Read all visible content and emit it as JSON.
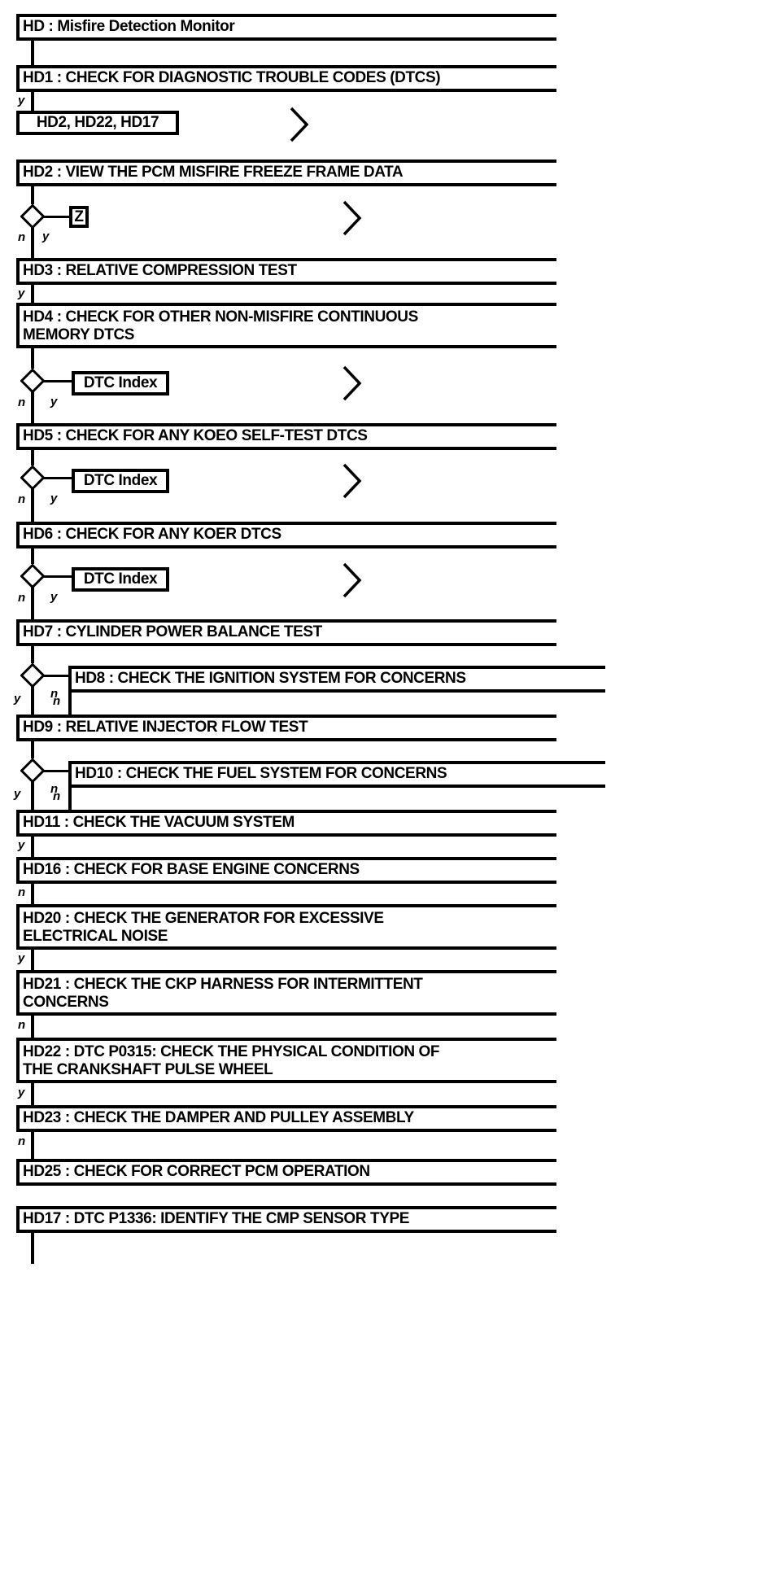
{
  "diagram": {
    "title": "HD : Misfire Detection Monitor",
    "type": "flowchart",
    "theme": {
      "line_color": "#000000",
      "background": "#ffffff",
      "text_color": "#000000"
    },
    "steps": [
      {
        "id": "HD",
        "label": "HD : Misfire Detection Monitor"
      },
      {
        "id": "HD1",
        "label": "HD1 : CHECK FOR DIAGNOSTIC TROUBLE CODES (DTCS)"
      },
      {
        "id": "HD2",
        "label": "HD2 : VIEW THE PCM MISFIRE FREEZE FRAME DATA"
      },
      {
        "id": "HD3",
        "label": "HD3 : RELATIVE COMPRESSION TEST"
      },
      {
        "id": "HD4",
        "label": "HD4 : CHECK FOR OTHER NON-MISFIRE CONTINUOUS\nMEMORY DTCS"
      },
      {
        "id": "HD5",
        "label": "HD5 : CHECK FOR ANY KOEO SELF-TEST DTCS"
      },
      {
        "id": "HD6",
        "label": "HD6 : CHECK FOR ANY KOER DTCS"
      },
      {
        "id": "HD7",
        "label": "HD7 : CYLINDER POWER BALANCE TEST"
      },
      {
        "id": "HD8",
        "label": "HD8 : CHECK THE IGNITION SYSTEM FOR CONCERNS"
      },
      {
        "id": "HD9",
        "label": "HD9 : RELATIVE INJECTOR FLOW TEST"
      },
      {
        "id": "HD10",
        "label": "HD10 : CHECK THE FUEL SYSTEM FOR CONCERNS"
      },
      {
        "id": "HD11",
        "label": "HD11 : CHECK THE VACUUM SYSTEM"
      },
      {
        "id": "HD16",
        "label": "HD16 : CHECK FOR BASE ENGINE CONCERNS"
      },
      {
        "id": "HD20",
        "label": "HD20 : CHECK THE GENERATOR FOR EXCESSIVE\nELECTRICAL NOISE"
      },
      {
        "id": "HD21",
        "label": "HD21 : CHECK THE CKP HARNESS FOR INTERMITTENT\nCONCERNS"
      },
      {
        "id": "HD22",
        "label": "HD22 : DTC P0315: CHECK THE PHYSICAL CONDITION OF\nTHE CRANKSHAFT PULSE WHEEL"
      },
      {
        "id": "HD23",
        "label": "HD23 : CHECK THE DAMPER AND PULLEY ASSEMBLY"
      },
      {
        "id": "HD25",
        "label": "HD25 : CHECK FOR CORRECT PCM OPERATION"
      },
      {
        "id": "HD17",
        "label": "HD17 : DTC P1336: IDENTIFY THE CMP SENSOR TYPE"
      }
    ],
    "references": [
      {
        "id": "ref-hd2-hd22-hd17",
        "label": "HD2, HD22, HD17"
      },
      {
        "id": "ref-z",
        "label": "Z"
      },
      {
        "id": "ref-dtc-index-1",
        "label": "DTC Index"
      },
      {
        "id": "ref-dtc-index-2",
        "label": "DTC Index"
      },
      {
        "id": "ref-dtc-index-3",
        "label": "DTC Index"
      }
    ],
    "branch_labels": {
      "yes": "y",
      "no": "n"
    },
    "edges": [
      {
        "from": "HD1",
        "to": "ref-hd2-hd22-hd17",
        "label": "y"
      },
      {
        "from": "HD2",
        "to": "ref-z",
        "label": "y"
      },
      {
        "from": "HD2",
        "to": "HD3",
        "label": "n"
      },
      {
        "from": "HD3",
        "to": "HD4",
        "label": "y"
      },
      {
        "from": "HD4",
        "to": "ref-dtc-index-1",
        "label": "y"
      },
      {
        "from": "HD4",
        "to": "HD5",
        "label": "n"
      },
      {
        "from": "HD5",
        "to": "ref-dtc-index-2",
        "label": "y"
      },
      {
        "from": "HD5",
        "to": "HD6",
        "label": "n"
      },
      {
        "from": "HD6",
        "to": "ref-dtc-index-3",
        "label": "y"
      },
      {
        "from": "HD6",
        "to": "HD7",
        "label": "n"
      },
      {
        "from": "HD7",
        "to": "HD8",
        "label": "n"
      },
      {
        "from": "HD7",
        "to": "HD9",
        "label": "y"
      },
      {
        "from": "HD8",
        "to": "HD9",
        "label": "n"
      },
      {
        "from": "HD9",
        "to": "HD10",
        "label": "n"
      },
      {
        "from": "HD9",
        "to": "HD11",
        "label": "y"
      },
      {
        "from": "HD10",
        "to": "HD11",
        "label": "n"
      },
      {
        "from": "HD11",
        "to": "HD16",
        "label": "y"
      },
      {
        "from": "HD16",
        "to": "HD20",
        "label": "n"
      },
      {
        "from": "HD20",
        "to": "HD21",
        "label": "y"
      },
      {
        "from": "HD21",
        "to": "HD22",
        "label": "n"
      },
      {
        "from": "HD22",
        "to": "HD23",
        "label": "y"
      },
      {
        "from": "HD23",
        "to": "HD25",
        "label": "n"
      }
    ],
    "continuation_markers": 5
  }
}
